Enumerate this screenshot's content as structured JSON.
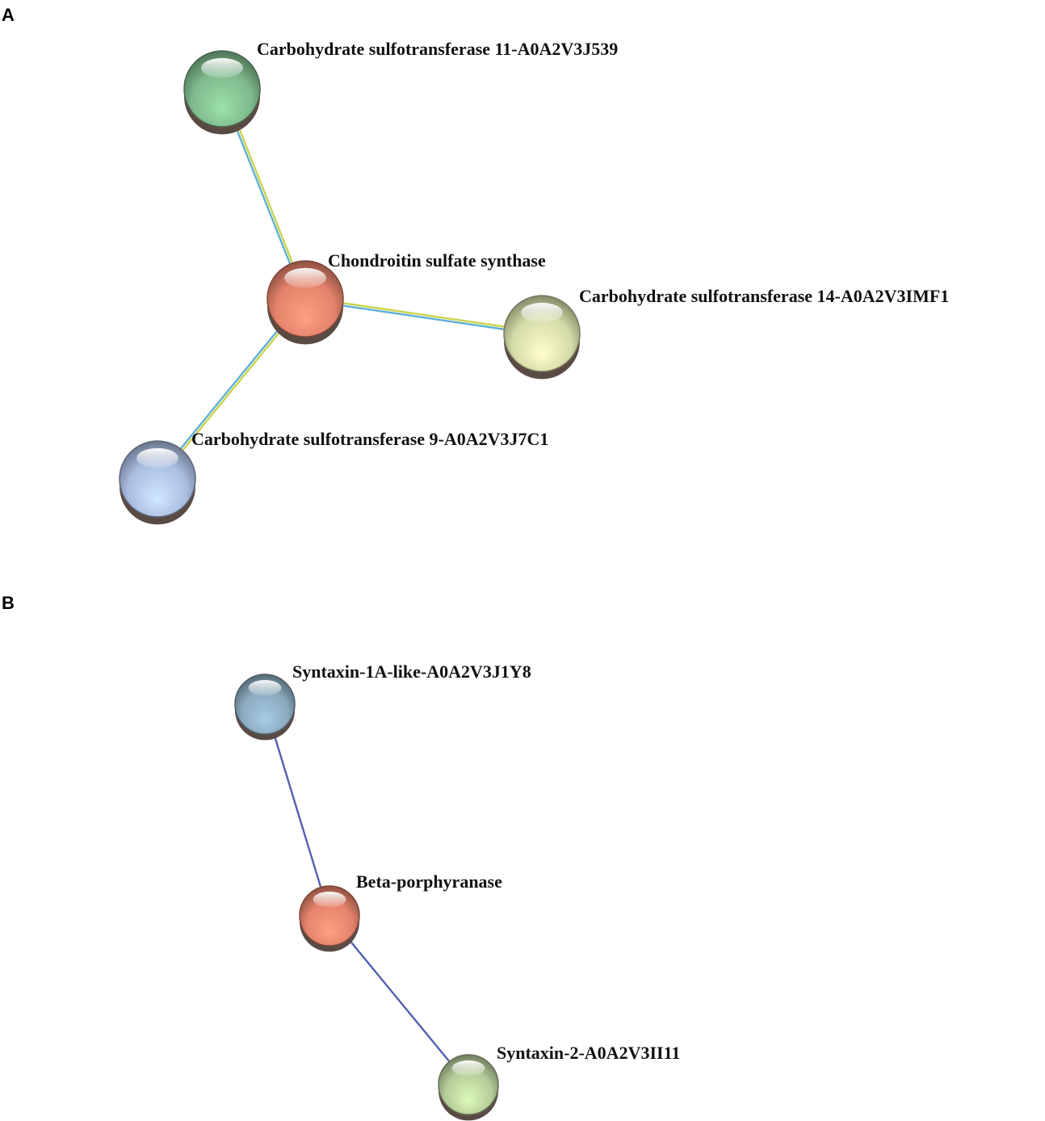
{
  "panels": [
    {
      "letter": "A",
      "nodes": [
        {
          "id": "cst11",
          "label": "Carbohydrate sulfotransferase 11-A0A2V3J539",
          "color": "#7fb98c"
        },
        {
          "id": "css",
          "label": "Chondroitin sulfate synthase",
          "color": "#e5826b"
        },
        {
          "id": "cst14",
          "label": "Carbohydrate sulfotransferase 14-A0A2V3IMF1",
          "color": "#d4dba8"
        },
        {
          "id": "cst9",
          "label": "Carbohydrate sulfotransferase 9-A0A2V3J7C1",
          "color": "#aabde0"
        }
      ],
      "edges": [
        {
          "from": "cst11",
          "to": "css",
          "colors": [
            "#c9d44a",
            "#5fb0d6"
          ]
        },
        {
          "from": "css",
          "to": "cst14",
          "colors": [
            "#c9d44a",
            "#5fb0d6"
          ]
        },
        {
          "from": "css",
          "to": "cst9",
          "colors": [
            "#c9d44a",
            "#5fb0d6"
          ]
        }
      ]
    },
    {
      "letter": "B",
      "nodes": [
        {
          "id": "stx1a",
          "label": "Syntaxin-1A-like-A0A2V3J1Y8",
          "color": "#8aa9bd"
        },
        {
          "id": "bp",
          "label": "Beta-porphyranase",
          "color": "#e5826b"
        },
        {
          "id": "stx2",
          "label": "Syntaxin-2-A0A2V3II11",
          "color": "#b4cc98"
        }
      ],
      "edges": [
        {
          "from": "stx1a",
          "to": "bp",
          "colors": [
            "#5260b0"
          ]
        },
        {
          "from": "bp",
          "to": "stx2",
          "colors": [
            "#5260b0"
          ]
        }
      ]
    }
  ]
}
